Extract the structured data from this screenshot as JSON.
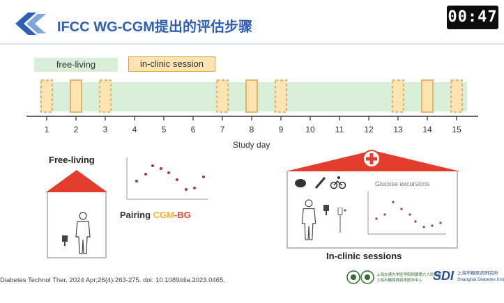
{
  "header": {
    "title": "IFCC WG-CGM提出的评估步骤",
    "timer": "00:47",
    "logo_icon": "chevron-logo-icon",
    "brand_color": "#2f5fb3"
  },
  "legend": {
    "free_living": "free-living",
    "in_clinic": "in-clinic session",
    "free_living_color": "#d7efd7",
    "in_clinic_color": "#fde4b2"
  },
  "timeline": {
    "days": [
      "1",
      "2",
      "3",
      "4",
      "5",
      "6",
      "7",
      "8",
      "9",
      "10",
      "11",
      "12",
      "13",
      "14",
      "15"
    ],
    "axis_label": "Study day",
    "in_clinic_days": [
      2,
      8,
      14
    ],
    "dashed_days": [
      1,
      3,
      7,
      9,
      13,
      15
    ]
  },
  "left_panel": {
    "title": "Free-living",
    "pairing_prefix": "Pairing ",
    "pairing_cgm": "CGM",
    "pairing_dash": "-",
    "pairing_bg": "BG",
    "icons": [
      "house-roof-icon",
      "person-icon",
      "glucose-meter-icon"
    ]
  },
  "right_panel": {
    "title": "In-clinic sessions",
    "glucose_label": "Glucose excursions",
    "icons": [
      "hospital-cross-icon",
      "food-bowl-icon",
      "syringe-icon",
      "cyclist-icon",
      "person-icon",
      "glucose-meter-icon",
      "iv-drip-icon"
    ]
  },
  "footer": {
    "citation": "Diabetes Technol Ther.  2024 Apr;26(4):263-275. doi: 10.1089/dia.2023.0465.",
    "institution_1": "上海市糖尿病临床医学中心",
    "institution_1_small": "上海交通大学医学院附属第六人民医院",
    "sdi_mark": "SDI",
    "institution_2": "上海市糖尿病研究所",
    "institution_2_en": "Shanghai Diabetes Institute"
  }
}
